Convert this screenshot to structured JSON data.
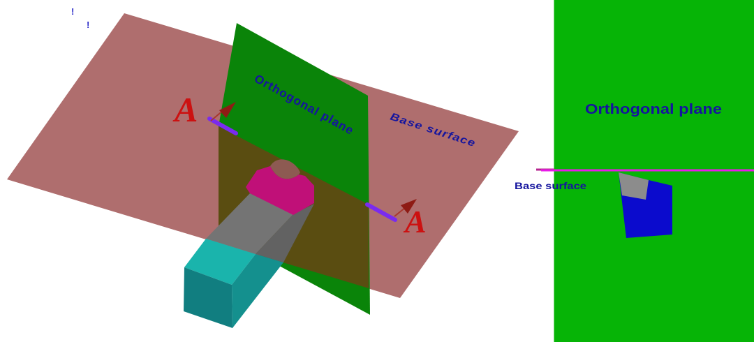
{
  "scene": {
    "view3d": {
      "orthogonal_plane_label": "Orthogonal plane",
      "base_surface_label": "Base surface",
      "section_letter": "A",
      "artifact_mark": "!",
      "colors": {
        "base_surface": "#af6e6e",
        "orthogonal_plane": "#0a8409",
        "plane_overlap": "#5a4d11",
        "section_line": "#7a2bef",
        "section_marker_red": "#cc1111",
        "arrow_dark_red": "#8e1b14",
        "arrow_shaft": "#a8382e",
        "bar_top": "#1ab4ac",
        "bar_side": "#14908e",
        "bar_end": "#117e80",
        "bar_hidden_top": "#747474",
        "bar_hidden_side": "#626262",
        "cut_face": "#c01078",
        "notch": "#8d5a52",
        "label_text": "#15159e",
        "artifact_blue": "#2a2ac8"
      }
    },
    "view2d": {
      "orthogonal_plane_label": "Orthogonal plane",
      "base_surface_label": "Base surface",
      "colors": {
        "orthogonal_plane": "#06b406",
        "base_surface_line": "#e81ae8",
        "base_surface_line_dark": "#b6258f",
        "section_profile": "#0b0bcd",
        "section_profile_gray": "#8c8c8c",
        "label_text": "#15159e"
      }
    }
  }
}
